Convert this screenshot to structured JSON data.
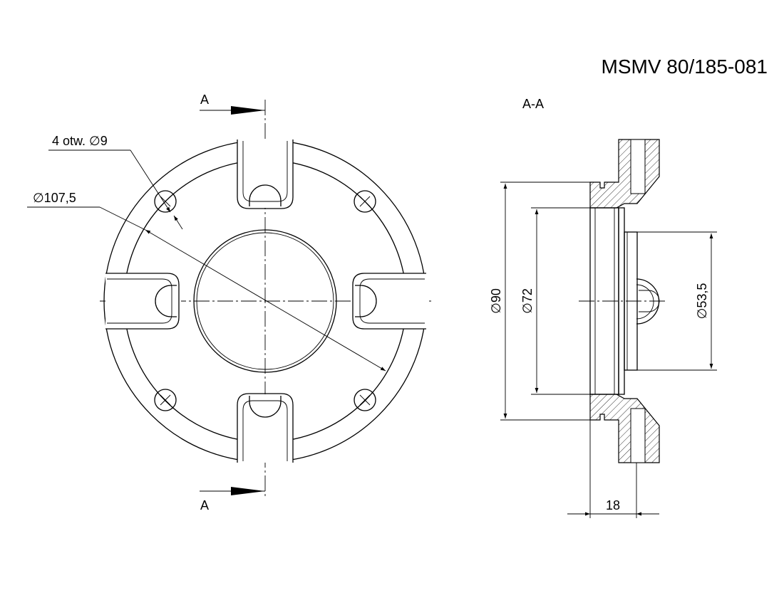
{
  "title": "MSMV 80/185-081",
  "section_label": "A-A",
  "cut_marks": {
    "top": "A",
    "bottom": "A"
  },
  "front_view": {
    "holes_note": "4 otw. ∅9",
    "bolt_circle_note": "∅107,5"
  },
  "section_view": {
    "dim_outer": "∅90",
    "dim_middle": "∅72",
    "dim_bore": "∅53,5",
    "dim_width": "18"
  }
}
